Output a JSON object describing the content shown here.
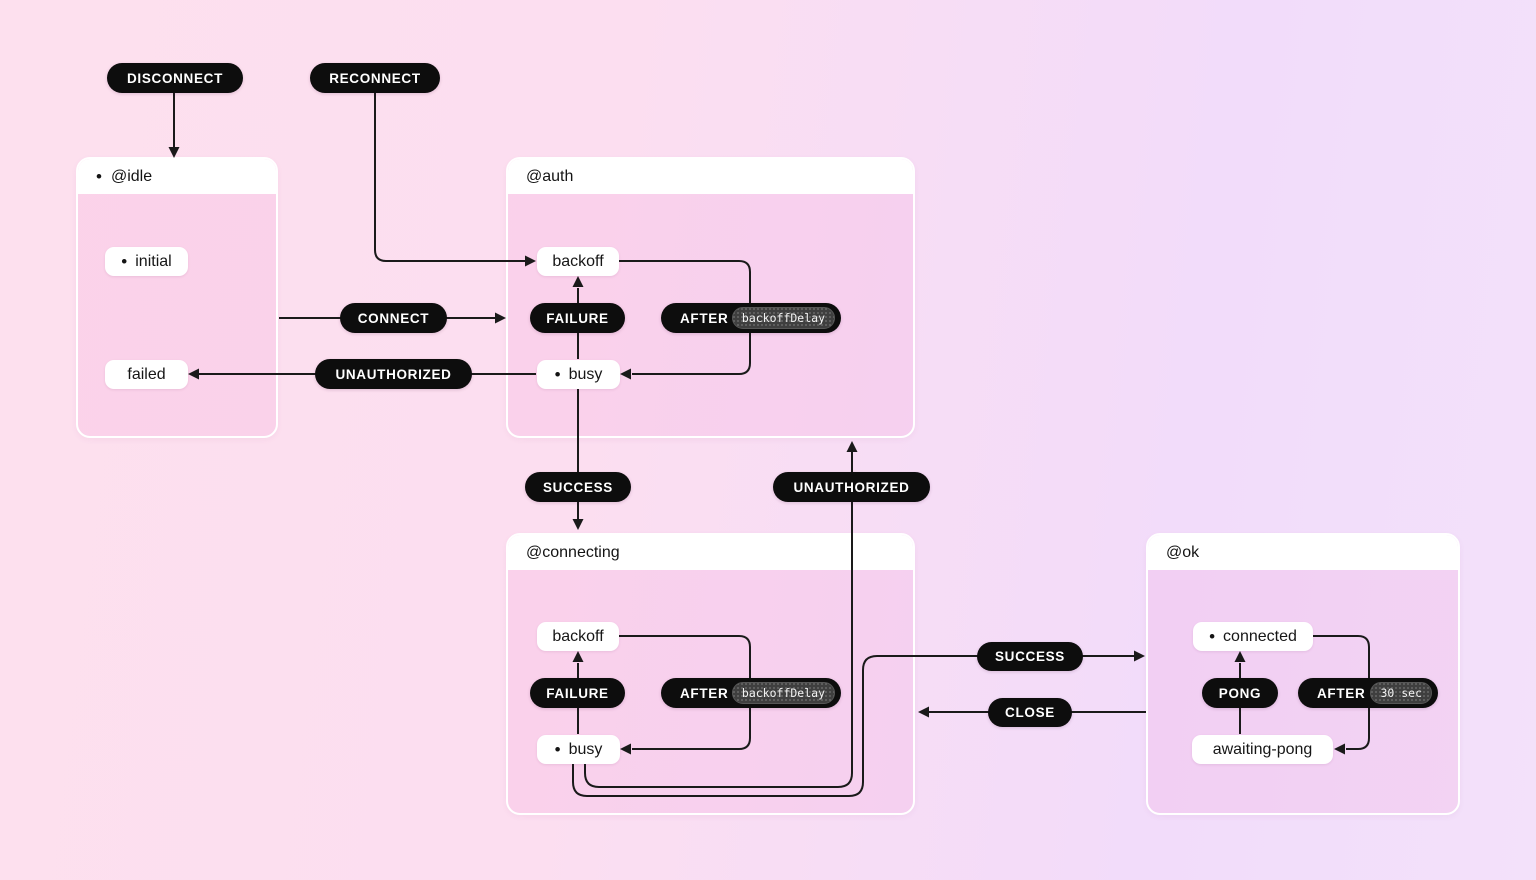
{
  "diagram": {
    "glyphs": {
      "initial_dot": "•"
    },
    "colors": {
      "background_left": "#fde0ee",
      "background_right": "#f3e1fa",
      "event_pill": "#0d0d0d",
      "event_text": "#ffffff",
      "state_pill": "#ffffff",
      "state_text": "#161616",
      "wire": "#1a1a1a",
      "param_chip": "#3f3f3f"
    },
    "states": {
      "idle": {
        "title": "@idle",
        "is_initial": true,
        "children": {
          "initial": {
            "label": "initial",
            "is_initial": true
          },
          "failed": {
            "label": "failed",
            "is_initial": false
          }
        }
      },
      "auth": {
        "title": "@auth",
        "is_initial": false,
        "children": {
          "backoff": {
            "label": "backoff",
            "is_initial": false
          },
          "busy": {
            "label": "busy",
            "is_initial": true
          }
        }
      },
      "connecting": {
        "title": "@connecting",
        "is_initial": false,
        "children": {
          "backoff": {
            "label": "backoff",
            "is_initial": false
          },
          "busy": {
            "label": "busy",
            "is_initial": true
          }
        }
      },
      "ok": {
        "title": "@ok",
        "is_initial": false,
        "children": {
          "connected": {
            "label": "connected",
            "is_initial": true
          },
          "awaiting_pong": {
            "label": "awaiting-pong",
            "is_initial": false
          }
        }
      }
    },
    "events": {
      "disconnect": {
        "label": "DISCONNECT"
      },
      "reconnect": {
        "label": "RECONNECT"
      },
      "connect": {
        "label": "CONNECT"
      },
      "unauthorized_to_failed": {
        "label": "UNAUTHORIZED"
      },
      "failure_auth": {
        "label": "FAILURE"
      },
      "after_auth": {
        "label": "AFTER",
        "param": "backoffDelay"
      },
      "success_to_connecting": {
        "label": "SUCCESS"
      },
      "unauthorized_to_auth": {
        "label": "UNAUTHORIZED"
      },
      "failure_connecting": {
        "label": "FAILURE"
      },
      "after_connecting": {
        "label": "AFTER",
        "param": "backoffDelay"
      },
      "success_to_ok": {
        "label": "SUCCESS"
      },
      "close": {
        "label": "CLOSE"
      },
      "pong": {
        "label": "PONG"
      },
      "after_ok": {
        "label": "AFTER",
        "param": "30 sec"
      }
    }
  }
}
